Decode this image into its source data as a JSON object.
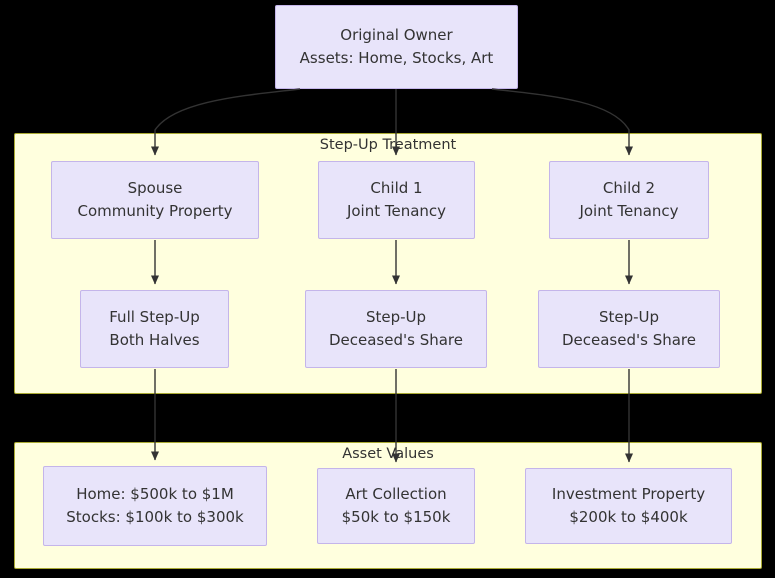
{
  "diagram": {
    "type": "flowchart",
    "direction": "top-down",
    "background_color": "#000000",
    "node_fill": "#e8e4fa",
    "node_stroke": "#c4b5ea",
    "cluster_fill": "#ffffde",
    "cluster_stroke": "#aaaa33",
    "edge_color": "#333333",
    "text_color": "#333333",
    "root": {
      "id": "original-owner",
      "lines": [
        "Original Owner",
        "Assets: Home, Stocks, Art"
      ]
    },
    "clusters": [
      {
        "id": "step-up-treatment",
        "label": "Step-Up Treatment",
        "nodes": [
          {
            "id": "spouse",
            "lines": [
              "Spouse",
              "Community Property"
            ]
          },
          {
            "id": "child-1",
            "lines": [
              "Child 1",
              "Joint Tenancy"
            ]
          },
          {
            "id": "child-2",
            "lines": [
              "Child 2",
              "Joint Tenancy"
            ]
          },
          {
            "id": "full-step-up",
            "lines": [
              "Full Step-Up",
              "Both Halves"
            ]
          },
          {
            "id": "step-up-deceased-share-1",
            "lines": [
              "Step-Up",
              "Deceased's Share"
            ]
          },
          {
            "id": "step-up-deceased-share-2",
            "lines": [
              "Step-Up",
              "Deceased's Share"
            ]
          }
        ]
      },
      {
        "id": "asset-values",
        "label": "Asset Values",
        "nodes": [
          {
            "id": "home-stocks",
            "lines": [
              "Home: $500k to $1M",
              "Stocks: $100k to $300k"
            ]
          },
          {
            "id": "art-collection",
            "lines": [
              "Art Collection",
              "$50k to $150k"
            ]
          },
          {
            "id": "investment-property",
            "lines": [
              "Investment Property",
              "$200k to $400k"
            ]
          }
        ]
      }
    ],
    "edges": [
      {
        "from": "original-owner",
        "to": "spouse"
      },
      {
        "from": "original-owner",
        "to": "child-1"
      },
      {
        "from": "original-owner",
        "to": "child-2"
      },
      {
        "from": "spouse",
        "to": "full-step-up"
      },
      {
        "from": "child-1",
        "to": "step-up-deceased-share-1"
      },
      {
        "from": "child-2",
        "to": "step-up-deceased-share-2"
      },
      {
        "from": "full-step-up",
        "to": "home-stocks"
      },
      {
        "from": "step-up-deceased-share-1",
        "to": "art-collection"
      },
      {
        "from": "step-up-deceased-share-2",
        "to": "investment-property"
      }
    ]
  }
}
